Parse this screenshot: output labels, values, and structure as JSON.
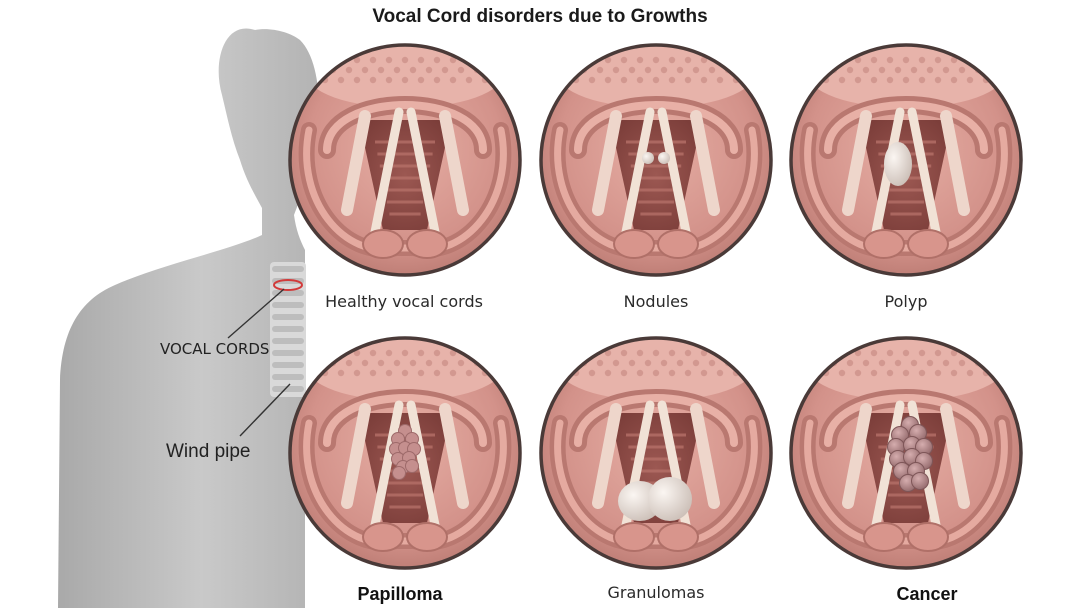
{
  "title": "Vocal Cord disorders due to Growths",
  "body_labels": {
    "vocal_cords": "VOCAL CORDS",
    "wind_pipe": "Wind pipe"
  },
  "panels": [
    {
      "label": "Healthy vocal cords",
      "growth": "none"
    },
    {
      "label": "Nodules",
      "growth": "nodules"
    },
    {
      "label": "Polyp",
      "growth": "polyp"
    },
    {
      "label": "Papilloma",
      "growth": "papilloma"
    },
    {
      "label": "Granulomas",
      "growth": "granulomas"
    },
    {
      "label": "Cancer",
      "growth": "cancer"
    }
  ],
  "colors": {
    "silhouette": "#c4c4c4",
    "tissue": "#d89a90",
    "tissue_dark": "#a8665e",
    "cord": "#f1e2d6",
    "growth": "#e2d8d2",
    "cancer_growth": "#b58a8c",
    "ring_marker": "#d23a3a"
  }
}
